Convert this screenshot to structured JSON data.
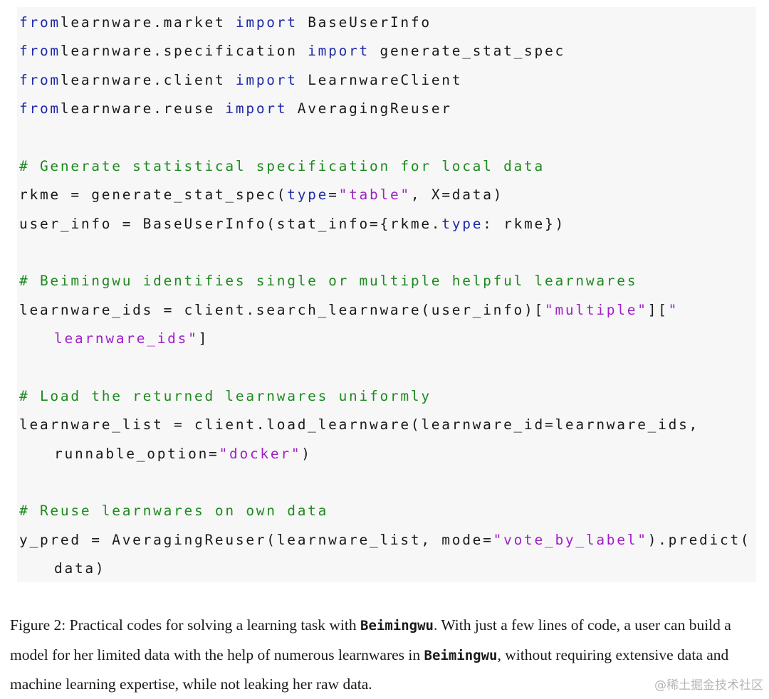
{
  "code": {
    "lines": [
      [
        [
          "kw",
          "from"
        ],
        [
          "",
          "learnware.market "
        ],
        [
          "kw",
          "import"
        ],
        [
          "",
          " BaseUserInfo"
        ]
      ],
      [
        [
          "kw",
          "from"
        ],
        [
          "",
          "learnware.specification "
        ],
        [
          "kw",
          "import"
        ],
        [
          "",
          " generate_stat_spec"
        ]
      ],
      [
        [
          "kw",
          "from"
        ],
        [
          "",
          "learnware.client "
        ],
        [
          "kw",
          "import"
        ],
        [
          "",
          " LearnwareClient"
        ]
      ],
      [
        [
          "kw",
          "from"
        ],
        [
          "",
          "learnware.reuse "
        ],
        [
          "kw",
          "import"
        ],
        [
          "",
          " AveragingReuser"
        ]
      ],
      [
        [
          "cmt",
          "# Generate statistical specification for local data"
        ]
      ],
      [
        [
          "",
          "rkme = generate_stat_spec("
        ],
        [
          "kw",
          "type"
        ],
        [
          "",
          "="
        ],
        [
          "str",
          "\"table\""
        ],
        [
          "",
          ", X=data)"
        ]
      ],
      [
        [
          "",
          "user_info = BaseUserInfo(stat_info={rkme."
        ],
        [
          "kw",
          "type"
        ],
        [
          "",
          ": rkme})"
        ]
      ],
      [
        [
          "cmt",
          "# Beimingwu identifies single or multiple helpful learnwares"
        ]
      ],
      [
        [
          "",
          "learnware_ids = client.search_learnware(user_info)["
        ],
        [
          "str",
          "\"multiple\""
        ],
        [
          "",
          "]["
        ],
        [
          "str",
          "\""
        ]
      ],
      [
        [
          "str",
          "learnware_ids\""
        ],
        [
          "",
          "]"
        ]
      ],
      [
        [
          "cmt",
          "# Load the returned learnwares uniformly"
        ]
      ],
      [
        [
          "",
          "learnware_list = client.load_learnware(learnware_id=learnware_ids,"
        ]
      ],
      [
        [
          "",
          "runnable_option="
        ],
        [
          "str",
          "\"docker\""
        ],
        [
          "",
          ")"
        ]
      ],
      [
        [
          "cmt",
          "# Reuse learnwares on own data"
        ]
      ],
      [
        [
          "",
          "y_pred = AveragingReuser(learnware_list, mode="
        ],
        [
          "str",
          "\"vote_by_label\""
        ],
        [
          "",
          ").predict("
        ]
      ],
      [
        [
          "",
          "data)"
        ]
      ]
    ]
  },
  "caption": {
    "label": "Figure 2:",
    "t1": " Practical codes for solving a learning task with ",
    "name": "Beimingwu",
    "t2": ". With just a few lines of code, a user can build a model for her limited data with the help of numerous learnwares in ",
    "name2": "Beimingwu",
    "t3": ", without requiring extensive data and machine learning expertise, while not leaking her raw data."
  },
  "watermark": "@稀土掘金技术社区",
  "colors": {
    "keyword": "#1f2aa8",
    "string": "#a020c8",
    "comment": "#1f8a1f",
    "code_background": "#f7f7f7"
  }
}
